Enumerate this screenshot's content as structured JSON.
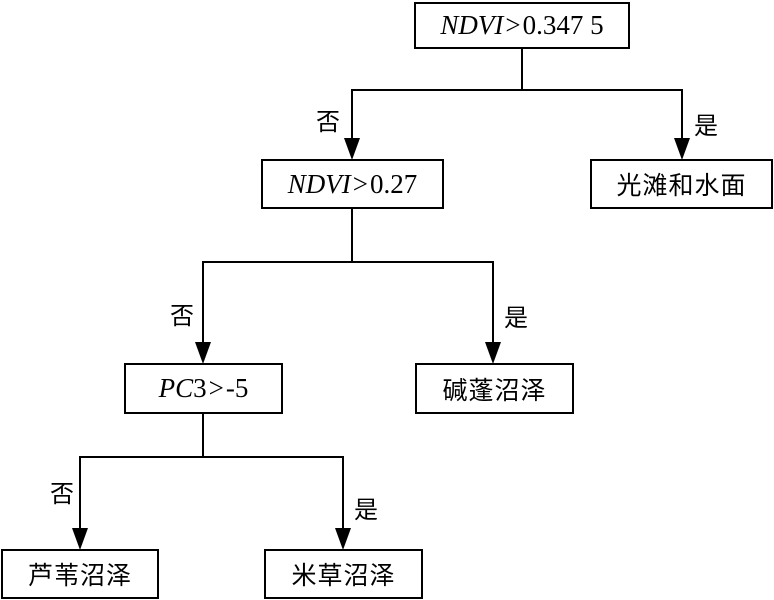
{
  "diagram": {
    "type": "decision-tree",
    "nodes": {
      "root": {
        "variable": "NDVI",
        "operator": ">",
        "threshold": "0.347 5"
      },
      "node2": {
        "variable": "NDVI",
        "operator": ">",
        "threshold": "0.27"
      },
      "node3": {
        "variable": "PC",
        "variable_suffix": "3",
        "operator": ">",
        "threshold": "-5"
      },
      "leaf_tidal_flat_water": {
        "label": "光滩和水面"
      },
      "leaf_suaeda": {
        "label": "碱蓬沼泽"
      },
      "leaf_phragmites": {
        "label": "芦苇沼泽"
      },
      "leaf_spartina": {
        "label": "米草沼泽"
      }
    },
    "edge_labels": {
      "no": "否",
      "yes": "是"
    },
    "edges": [
      {
        "from": "root",
        "to": "node2",
        "label": "否"
      },
      {
        "from": "root",
        "to": "leaf_tidal_flat_water",
        "label": "是"
      },
      {
        "from": "node2",
        "to": "node3",
        "label": "否"
      },
      {
        "from": "node2",
        "to": "leaf_suaeda",
        "label": "是"
      },
      {
        "from": "node3",
        "to": "leaf_phragmites",
        "label": "否"
      },
      {
        "from": "node3",
        "to": "leaf_spartina",
        "label": "是"
      }
    ]
  }
}
